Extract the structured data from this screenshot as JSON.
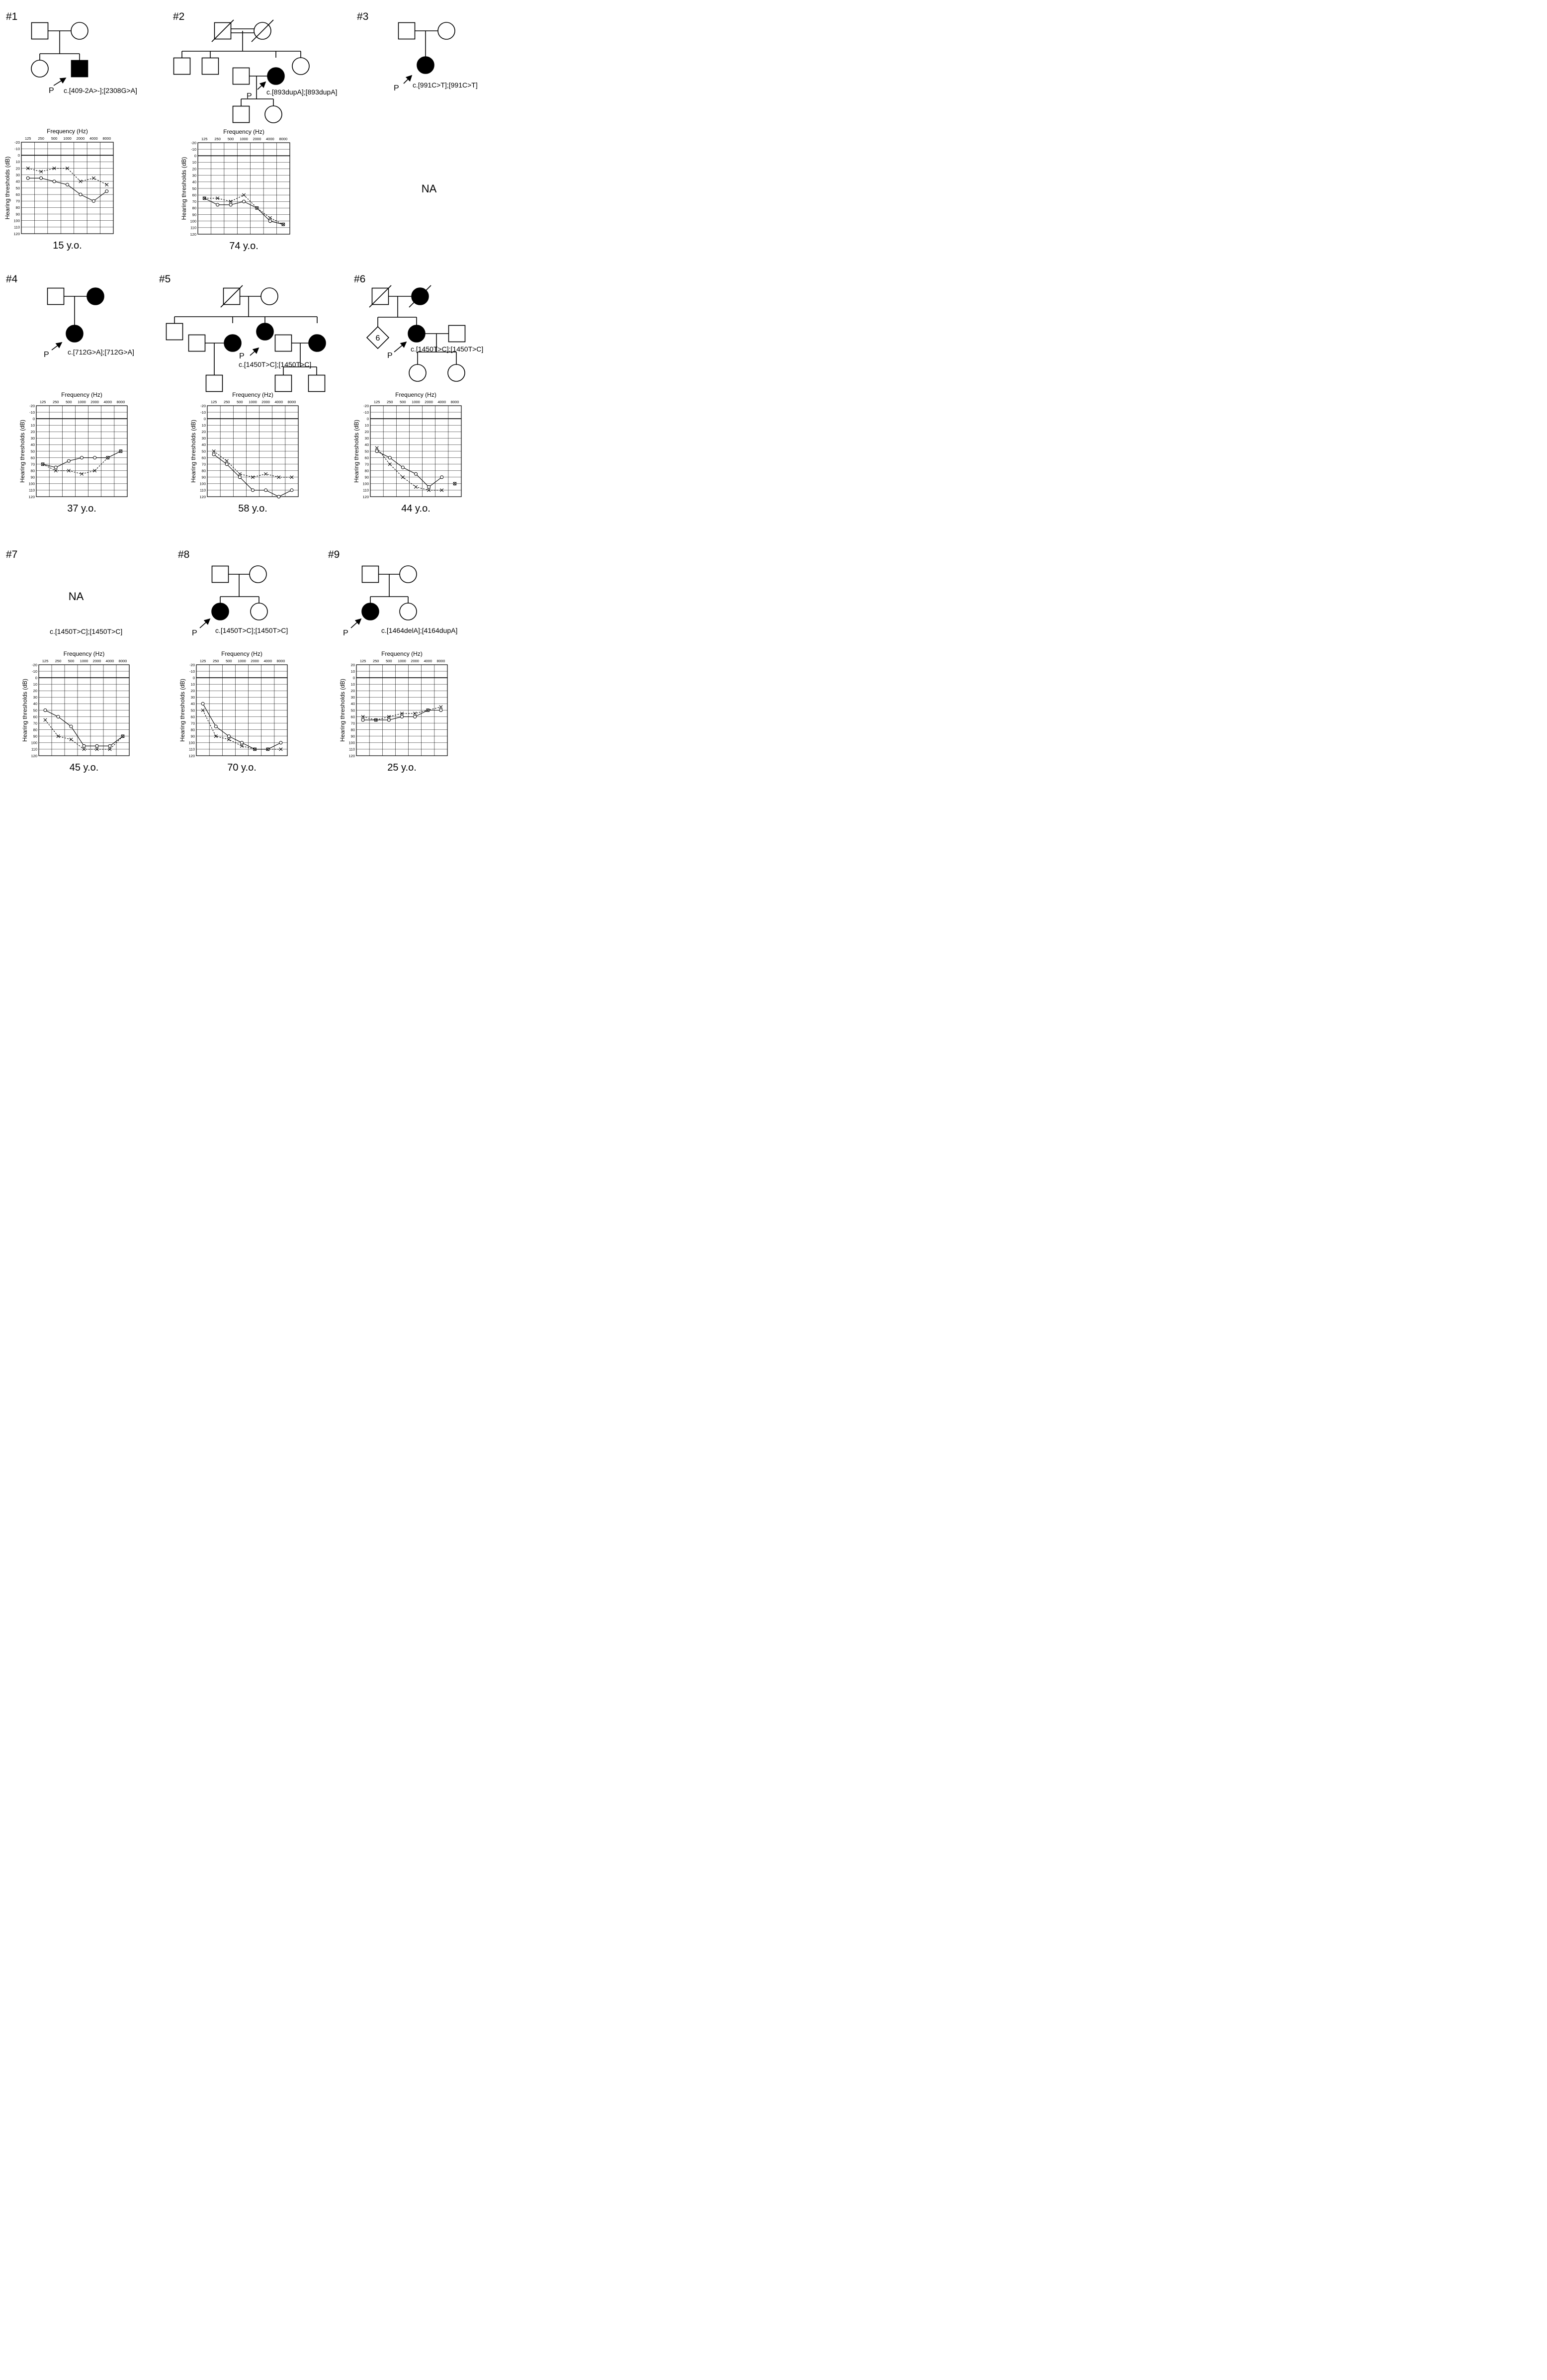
{
  "x_ticks": [
    "125",
    "250",
    "500",
    "1000",
    "2000",
    "4000",
    "8000"
  ],
  "y_ticks_neg": [
    "-20",
    "-10",
    "0",
    "10",
    "20",
    "30",
    "40",
    "50",
    "60",
    "70",
    "80",
    "90",
    "100",
    "110",
    "120"
  ],
  "y_ticks_pos": [
    "20",
    "10",
    "0",
    "10",
    "20",
    "30",
    "40",
    "50",
    "60",
    "70",
    "80",
    "90",
    "100",
    "110",
    "120"
  ],
  "y_values": [
    -20,
    -10,
    0,
    10,
    20,
    30,
    40,
    50,
    60,
    70,
    80,
    90,
    100,
    110,
    120
  ],
  "freq_label": "Frequency (Hz)",
  "ylabel": "Hearing thresholds (dB)",
  "proband_mark": "P",
  "families": [
    {
      "id": "#1",
      "variant": "c.[409-2A>-];[2308G>A]",
      "age": "15 y.o."
    },
    {
      "id": "#2",
      "variant": "c.[893dupA];[893dupA]",
      "age": "74 y.o."
    },
    {
      "id": "#3",
      "variant": "c.[991C>T];[991C>T]",
      "na": "NA"
    },
    {
      "id": "#4",
      "variant": "c.[712G>A];[712G>A]",
      "age": "37 y.o."
    },
    {
      "id": "#5",
      "variant": "c.[1450T>C];[1450T>C]",
      "age": "58 y.o."
    },
    {
      "id": "#6",
      "variant": "c.[1450T>C];[1450T>C]",
      "age": "44 y.o.",
      "sibs": "6"
    },
    {
      "id": "#7",
      "variant": "c.[1450T>C];[1450T>C]",
      "age": "45 y.o.",
      "na": "NA"
    },
    {
      "id": "#8",
      "variant": "c.[1450T>C];[1450T>C]",
      "age": "70 y.o."
    },
    {
      "id": "#9",
      "variant": "c.[1464delA];[4164dupA]",
      "age": "25 y.o."
    }
  ],
  "chart_data": [
    {
      "type": "line",
      "family": "#1",
      "x": [
        "125",
        "250",
        "500",
        "1000",
        "2000",
        "4000",
        "8000"
      ],
      "series": [
        {
          "marker": "circle",
          "values": [
            35,
            35,
            40,
            45,
            60,
            70,
            55
          ]
        },
        {
          "marker": "cross",
          "values": [
            20,
            25,
            20,
            20,
            40,
            35,
            45
          ]
        }
      ],
      "ylim": [
        -20,
        120
      ]
    },
    {
      "type": "line",
      "family": "#2",
      "x": [
        "125",
        "250",
        "500",
        "1000",
        "2000",
        "4000",
        "8000"
      ],
      "series": [
        {
          "marker": "circle",
          "values": [
            65,
            75,
            75,
            70,
            80,
            100,
            105
          ]
        },
        {
          "marker": "cross",
          "values": [
            65,
            65,
            70,
            60,
            80,
            95,
            105
          ]
        }
      ],
      "ylim": [
        -20,
        120
      ]
    },
    {
      "type": "line",
      "family": "#4",
      "x": [
        "125",
        "250",
        "500",
        "1000",
        "2000",
        "4000",
        "8000"
      ],
      "series": [
        {
          "marker": "circle",
          "values": [
            70,
            75,
            65,
            60,
            60,
            60,
            50
          ]
        },
        {
          "marker": "cross",
          "values": [
            70,
            80,
            80,
            85,
            80,
            60,
            50
          ]
        }
      ],
      "ylim": [
        -20,
        120
      ]
    },
    {
      "type": "line",
      "family": "#5",
      "x": [
        "125",
        "250",
        "500",
        "1000",
        "2000",
        "4000",
        "8000"
      ],
      "series": [
        {
          "marker": "circle",
          "values": [
            55,
            70,
            90,
            110,
            110,
            120,
            110
          ]
        },
        {
          "marker": "cross",
          "values": [
            50,
            65,
            85,
            90,
            85,
            90,
            90
          ]
        }
      ],
      "ylim": [
        -20,
        120
      ]
    },
    {
      "type": "line",
      "family": "#6",
      "x": [
        "125",
        "250",
        "500",
        "1000",
        "2000",
        "4000",
        "8000"
      ],
      "series": [
        {
          "marker": "circle",
          "values": [
            50,
            60,
            75,
            85,
            105,
            90,
            null
          ],
          "scale_out": [
            null,
            null,
            null,
            null,
            null,
            null,
            100
          ]
        },
        {
          "marker": "cross",
          "values": [
            45,
            70,
            90,
            105,
            110,
            110,
            null
          ],
          "scale_out": [
            null,
            null,
            null,
            null,
            null,
            null,
            100
          ]
        }
      ],
      "ylim": [
        -20,
        120
      ]
    },
    {
      "type": "line",
      "family": "#7",
      "x": [
        "125",
        "250",
        "500",
        "1000",
        "2000",
        "4000",
        "8000"
      ],
      "series": [
        {
          "marker": "circle",
          "values": [
            50,
            60,
            75,
            105,
            105,
            105,
            90
          ]
        },
        {
          "marker": "cross",
          "values": [
            65,
            90,
            95,
            110,
            110,
            110,
            90
          ]
        }
      ],
      "ylim": [
        -20,
        120
      ]
    },
    {
      "type": "line",
      "family": "#8",
      "x": [
        "125",
        "250",
        "500",
        "1000",
        "2000",
        "4000",
        "8000"
      ],
      "series": [
        {
          "marker": "circle",
          "values": [
            40,
            75,
            90,
            100,
            110,
            110,
            100
          ]
        },
        {
          "marker": "cross",
          "values": [
            50,
            90,
            95,
            105,
            110,
            110,
            110
          ]
        }
      ],
      "ylim": [
        -20,
        120
      ]
    },
    {
      "type": "line",
      "family": "#9",
      "x": [
        "125",
        "250",
        "500",
        "1000",
        "2000",
        "4000",
        "8000"
      ],
      "series": [
        {
          "marker": "circle",
          "values": [
            65,
            65,
            65,
            60,
            60,
            50,
            50
          ]
        },
        {
          "marker": "cross",
          "values": [
            60,
            65,
            60,
            55,
            55,
            50,
            45
          ]
        }
      ],
      "ylim": [
        -20,
        120
      ]
    }
  ]
}
